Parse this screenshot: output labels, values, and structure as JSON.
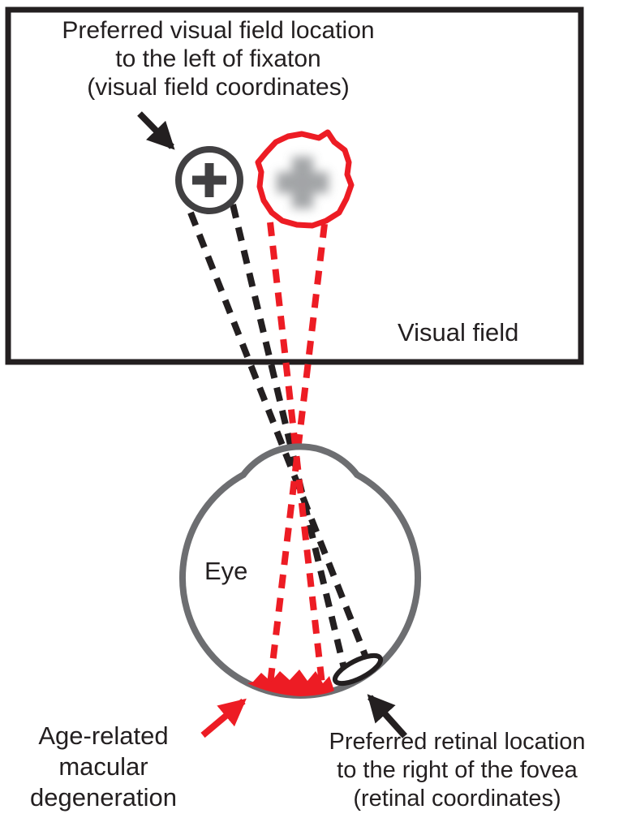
{
  "colors": {
    "red": "#ed1c24",
    "eye_gray": "#6d6e71",
    "target_gray": "#414042",
    "scotoma_gray": "#939598",
    "text": "#231f20"
  },
  "visual_field": {
    "caption_lines": [
      "Preferred visual field location",
      "to the left of fixaton",
      "(visual field coordinates)"
    ],
    "label": "Visual field"
  },
  "eye": {
    "label": "Eye"
  },
  "amd": {
    "label_lines": [
      "Age-related",
      "macular",
      "degeneration"
    ]
  },
  "prl": {
    "label_lines": [
      "Preferred retinal location",
      "to the right of the fovea",
      "(retinal coordinates)"
    ]
  }
}
